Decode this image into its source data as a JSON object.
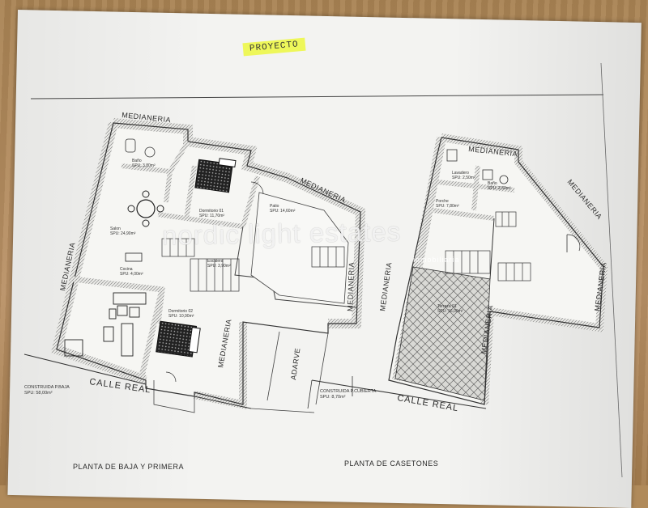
{
  "stamp": "PROYECTO",
  "watermark": {
    "brand": "nordic light estates",
    "sub": "inmobiliaria"
  },
  "plan_left": {
    "medianeria_top": "MEDIANERIA",
    "medianeria_left": "MEDIANERIA",
    "medianeria_right": "MEDIANERIA",
    "medianeria_center": "MEDIANERIA",
    "adarve": "ADARVE",
    "street": "CALLE REAL",
    "construida": "CONSTRUIDA P.BAJA",
    "construida_spu": "SPU: 58,00m²",
    "caption": "PLANTA DE BAJA Y PRIMERA",
    "rooms": {
      "bano": "Baño",
      "bano_spu": "SPU: 3,80m²",
      "dormitorio1": "Dormitorio 01",
      "dormitorio1_spu": "SPU: 11,70m²",
      "patio": "Patio",
      "patio_spu": "SPU: 14,60m²",
      "salon": "Salon",
      "salon_spu": "SPU: 24,90m²",
      "cocina": "Cocina",
      "cocina_spu": "SPU: 4,00m²",
      "dormitorio2": "Dormitorio 02",
      "dormitorio2_spu": "SPU: 10,90m²",
      "escalera": "Escalera",
      "escalera_spu": "SPU: 3,90m²"
    }
  },
  "plan_right": {
    "medianeria_top": "MEDIANERIA",
    "medianeria_left": "MEDIANERIA",
    "medianeria_right": "MEDIANERIA",
    "medianeria_center": "MEDIANERIA",
    "street": "CALLE REAL",
    "construida": "CONSTRUIDA P.CUBIERTA",
    "construida_spu": "SPU: 8,70m²",
    "caption": "PLANTA DE CASETONES",
    "rooms": {
      "lavadero": "Lavadero",
      "lavadero_spu": "SPU: 2,50m²",
      "bano": "Baño",
      "bano_spu": "SPU: 2,50m²",
      "porche": "Porche",
      "porche_spu": "SPU: 7,80m²",
      "terraza": "Terraza 01",
      "terraza_spu": "SPU: 16,00m²"
    }
  }
}
